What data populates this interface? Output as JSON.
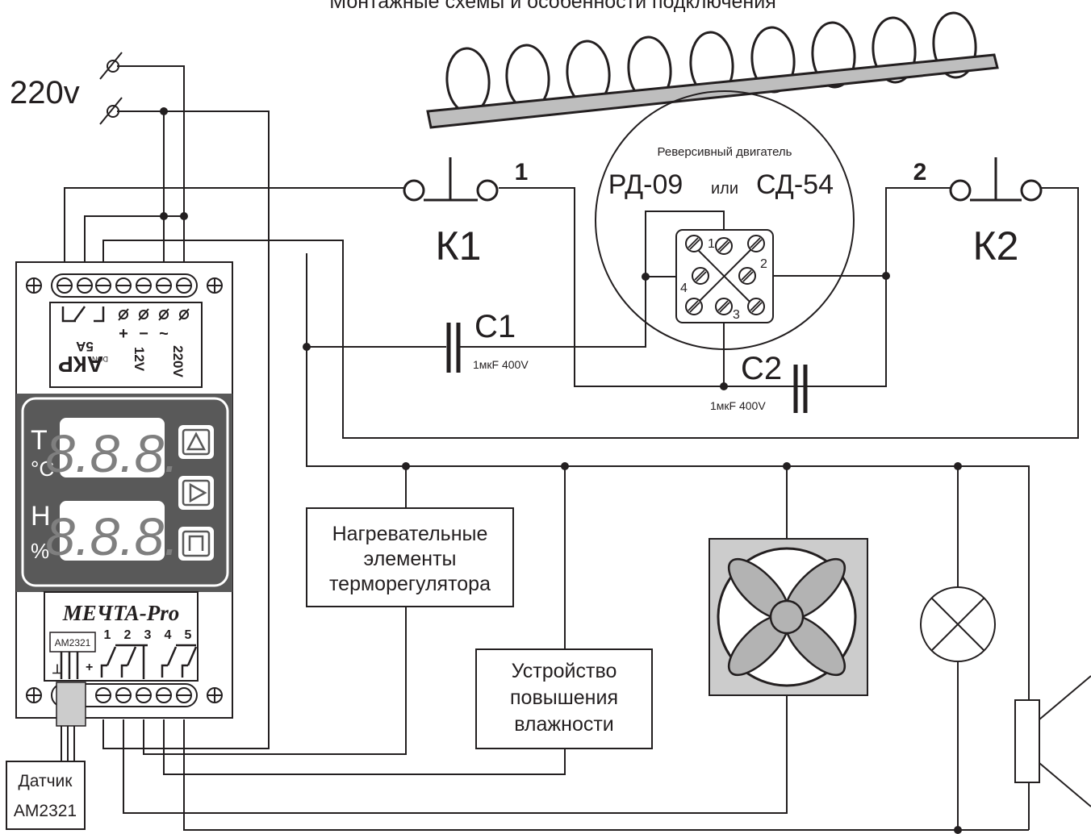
{
  "header": {
    "title": "Монтажные схемы и особенности подключения"
  },
  "power": {
    "label": "220v"
  },
  "motor": {
    "title": "Реверсивный двигатель",
    "model_a": "РД-09",
    "model_sep": "или",
    "model_b": "СД-54",
    "pins": [
      "1",
      "2",
      "3",
      "4"
    ]
  },
  "switches": {
    "k1": {
      "label": "К1",
      "number": "1"
    },
    "k2": {
      "label": "К2",
      "number": "2"
    }
  },
  "capacitors": {
    "c1": {
      "label": "C1",
      "rating": "1мкF 400V"
    },
    "c2": {
      "label": "C2",
      "rating": "1мкF 400V"
    }
  },
  "controller_top": {
    "relay_rating": "5A",
    "v12": "12V",
    "v220": "220V",
    "plus": "+",
    "minus": "−",
    "tilde": "~",
    "brand": "АКР",
    "brand_small": "DON"
  },
  "display": {
    "t_letter": "T",
    "t_unit": "°C",
    "h_letter": "H",
    "h_unit": "%",
    "digits": "8.8.8."
  },
  "controller_bottom": {
    "brand": "МЕЧТА-Pro",
    "sensor_label": "AM2321",
    "channel_numbers": [
      "1",
      "2",
      "3",
      "4",
      "5"
    ],
    "ground": "⊥",
    "plus": "+"
  },
  "sensor": {
    "line1": "Датчик",
    "line2": "AM2321"
  },
  "loads": {
    "heater": [
      "Нагревательные",
      "элементы",
      "терморегулятора"
    ],
    "humidifier": [
      "Устройство",
      "повышения",
      "влажности"
    ]
  },
  "colors": {
    "ink": "#231f20",
    "panel": "#595959",
    "digit": "#7f7f7f",
    "shape_gray": "#b3b3b3",
    "fan_box": "#cccccc",
    "tray": "#bebebe"
  }
}
